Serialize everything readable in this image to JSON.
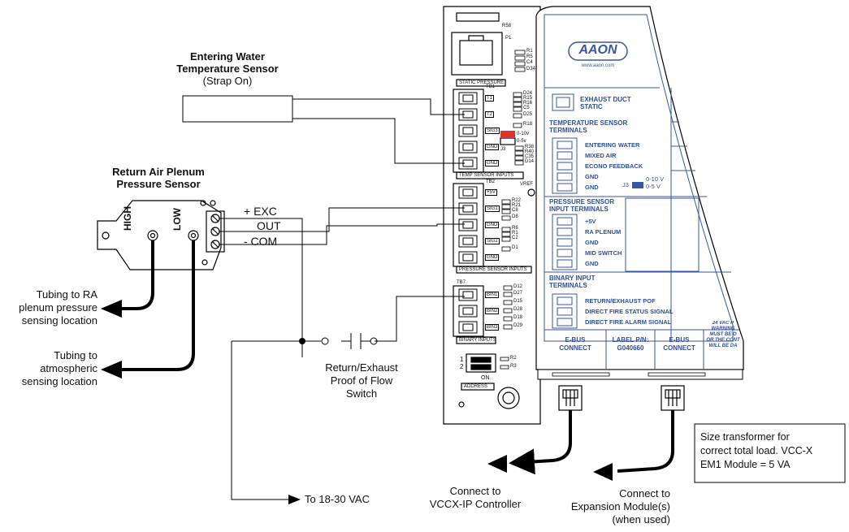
{
  "sensors": {
    "water_title_1": "Entering Water",
    "water_title_2": "Temperature Sensor",
    "water_subtitle": "(Strap On)",
    "plenum_title_1": "Return Air Plenum",
    "plenum_title_2": "Pressure Sensor",
    "port_high": "HIGH",
    "port_low": "LOW",
    "exc_label": "+  EXC",
    "out_label": "OUT",
    "com_label": "-  COM"
  },
  "tubing": {
    "ra_line1": "Tubing to RA",
    "ra_line2": "plenum pressure",
    "ra_line3": "sensing location",
    "atm_line1": "Tubing to",
    "atm_line2": "atmospheric",
    "atm_line3": "sensing location"
  },
  "switch": {
    "line1": "Return/Exhaust",
    "line2": "Proof of Flow",
    "line3": "Switch"
  },
  "power": {
    "label": "To 18-30 VAC"
  },
  "connections": {
    "vccx_1": "Connect to",
    "vccx_2": "VCCX-IP Controller",
    "exp_1": "Connect to",
    "exp_2": "Expansion Module(s)",
    "exp_3": "(when used)"
  },
  "transformer_note": {
    "line1": "Size transformer for",
    "line2": "correct total load. VCC-X",
    "line3": "EM1 Module = 5 VA"
  },
  "board": {
    "r58": "R58",
    "p1": "P1",
    "static_pressure": "STATIC PRESSURE",
    "tb1": "TB1",
    "t1": "T1",
    "t2": "T2",
    "sig3": "SIG3",
    "gnd": "GND",
    "j3": "J3",
    "j3_10v": "0-10v",
    "j3_5v": "0-5v",
    "temp_sensor_inputs": "TEMP SENSOR INPUTS",
    "tb2": "TB2",
    "plus5v": "+5V",
    "vref": "VREF",
    "sig1": "SIG1",
    "sig2": "SIG2",
    "pressure_sensor_inputs": "PRESSURE SENSOR INPUTS",
    "tb7": "TB7",
    "bin1": "BIN1",
    "bin2": "BIN2",
    "bin3": "BIN3",
    "binary_inputs": "BINARY INPUTS",
    "dip1": "1",
    "dip2": "2",
    "on": "ON",
    "address": "ADDRESS",
    "components_top": [
      "R1",
      "R5",
      "C4",
      "D34"
    ],
    "components_tb1": [
      "D24",
      "R15",
      "R16",
      "C5",
      "D25",
      "R18",
      "R38",
      "R40",
      "C35",
      "D14"
    ],
    "components_tb2": [
      "R22",
      "R21",
      "C8",
      "D8",
      "R6",
      "R1",
      "C2",
      "D1"
    ],
    "components_tb7": [
      "D12",
      "D27",
      "D15",
      "D28",
      "D18",
      "D29"
    ],
    "r2": "R2",
    "r3": "R3"
  },
  "panel": {
    "logo": "AAON",
    "url": "www.aaon.com",
    "exhaust_duct_1": "EXHAUST DUCT",
    "exhaust_duct_2": "STATIC",
    "temp_terminals_1": "TEMPERATURE SENSOR",
    "temp_terminals_2": "TERMINALS",
    "temp_items": [
      "ENTERING WATER",
      "MIXED AIR",
      "ECONO FEEDBACK",
      "GND",
      "GND"
    ],
    "j3": "J3",
    "j3_10v": "0-10 V",
    "j3_5v": "0-5 V",
    "pressure_terminals_1": "PRESSURE SENSOR",
    "pressure_terminals_2": "INPUT TERMINALS",
    "pressure_items": [
      "+5V",
      "RA PLENUM",
      "GND",
      "MID SWITCH",
      "GND"
    ],
    "binary_terminals_1": "BINARY INPUT",
    "binary_terminals_2": "TERMINALS",
    "binary_items": [
      "RETURN/EXHAUST POF",
      "DIRECT FIRE STATUS SIGNAL",
      "DIRECT FIRE ALARM SIGNAL"
    ],
    "ebus_left_1": "E-BUS",
    "ebus_left_2": "CONNECT",
    "label_pn_1": "LABEL P/N:",
    "label_pn_2": "G040660",
    "ebus_right_1": "E-BUS",
    "ebus_right_2": "CONNECT",
    "warn_1": "24 VAC P",
    "warn_2": "WARNING",
    "warn_3": "MUST BE O",
    "warn_4": "OR THE CONT",
    "warn_5": "WILL BE DA"
  }
}
